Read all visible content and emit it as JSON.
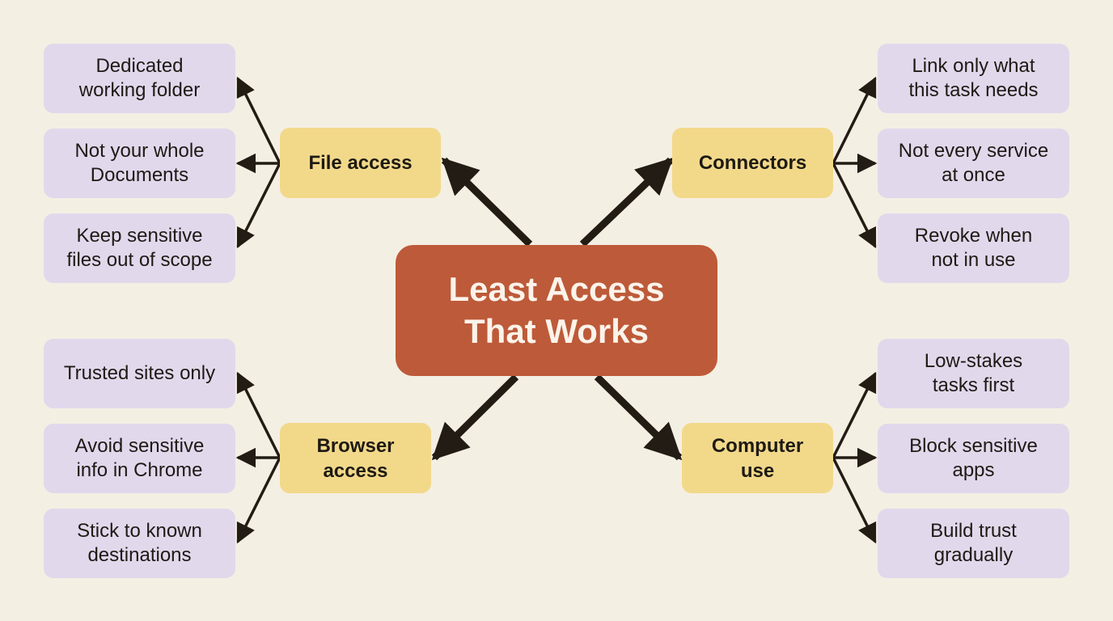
{
  "center": {
    "label": "Least Access\nThat Works"
  },
  "categories": [
    {
      "label": "File access",
      "items": [
        "Dedicated\nworking folder",
        "Not your whole\nDocuments",
        "Keep sensitive\nfiles out of scope"
      ]
    },
    {
      "label": "Connectors",
      "items": [
        "Link only what\nthis task needs",
        "Not every service\nat once",
        "Revoke when\nnot in use"
      ]
    },
    {
      "label": "Browser\naccess",
      "items": [
        "Trusted sites only",
        "Avoid sensitive\ninfo in Chrome",
        "Stick to known\ndestinations"
      ]
    },
    {
      "label": "Computer\nuse",
      "items": [
        "Low-stakes\ntasks first",
        "Block sensitive\napps",
        "Build trust\ngradually"
      ]
    }
  ],
  "colors": {
    "background": "#f4efe3",
    "center_fill": "#bd5a39",
    "category_fill": "#f2d98a",
    "item_fill": "#e2d8ec",
    "arrow": "#221c14"
  }
}
